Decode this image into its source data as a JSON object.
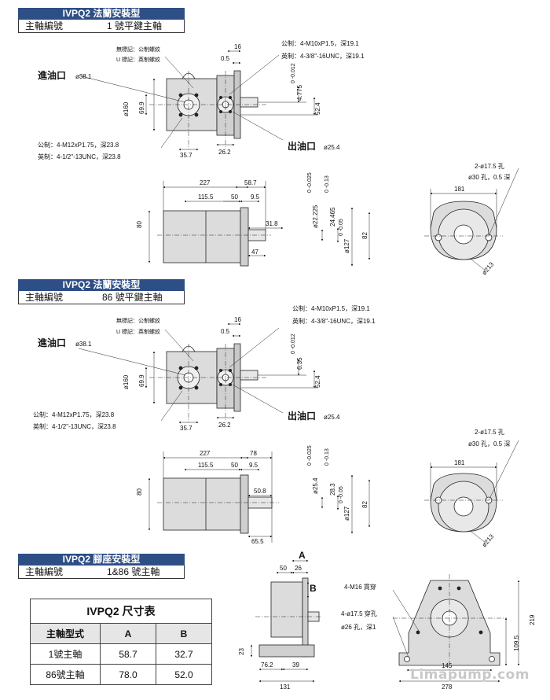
{
  "sections": [
    {
      "title": "IVPQ2 法蘭安裝型",
      "shaft_label": "主軸編號",
      "shaft_value": "1 號平鍵主軸"
    },
    {
      "title": "IVPQ2 法蘭安裝型",
      "shaft_label": "主軸編號",
      "shaft_value": "86 號平鍵主軸"
    },
    {
      "title": "IVPQ2 腳座安裝型",
      "shaft_label": "主軸編號",
      "shaft_value": "1&86 號主軸"
    }
  ],
  "fig1": {
    "legend_none": "無標記：公制螺紋",
    "legend_u": "U 標記：英制螺紋",
    "metric_top": "公制：4-M10xP1.5，深19.1",
    "imperial_top": "英制：4-3/8\"-16UNC，深19.1",
    "inlet": "進油口",
    "inlet_dia": "ø38.1",
    "outlet": "出油口",
    "outlet_dia": "ø25.4",
    "metric_bot": "公制：4-M12xP1.75，深23.8",
    "imperial_bot": "英制：4-1/2\"-13UNC，深23.8",
    "d16": "16",
    "d05": "0.5",
    "d160": "ø160",
    "d699": "69.9",
    "d357": "35.7",
    "d262": "26.2",
    "d524": "52.4",
    "key": "4.775",
    "key_tol": "0  -0.012",
    "d227": "227",
    "d587": "58.7",
    "d1155": "115.5",
    "d50": "50",
    "d95": "9.5",
    "d80": "80",
    "d318": "31.8",
    "d47": "47",
    "dsh": "ø22.225",
    "dsh_tol": "0  -0.025",
    "dk": "24.465",
    "dk_tol": "0  -0.13",
    "dp": "ø127",
    "dp_tol": "0  -0.05",
    "d82": "82",
    "holes": "2-ø17.5 孔",
    "cb": "ø30 孔，0.5 深",
    "d181": "181",
    "d213": "ø213"
  },
  "fig2": {
    "legend_none": "無標記：公制螺紋",
    "legend_u": "U 標記：英制螺紋",
    "metric_top": "公制：4-M10xP1.5，深19.1",
    "imperial_top": "英制：4-3/8\"-16UNC，深19.1",
    "inlet": "進油口",
    "inlet_dia": "ø38.1",
    "outlet": "出油口",
    "outlet_dia": "ø25.4",
    "metric_bot": "公制：4-M12xP1.75，深23.8",
    "imperial_bot": "英制：4-1/2\"-13UNC，深23.8",
    "d16": "16",
    "d05": "0.5",
    "d160": "ø160",
    "d699": "69.9",
    "d357": "35.7",
    "d262": "26.2",
    "d524": "52.4",
    "key": "6.35",
    "key_tol": "0  -0.012",
    "d227": "227",
    "d78": "78",
    "d1155": "115.5",
    "d50": "50",
    "d95": "9.5",
    "d80": "80",
    "d508": "50.8",
    "d655": "65.5",
    "dsh": "ø25.4",
    "dsh_tol": "0  -0.025",
    "dk": "28.3",
    "dk_tol": "0  -0.13",
    "dp": "ø127",
    "dp_tol": "0  -0.05",
    "d82": "82",
    "holes": "2-ø17.5 孔",
    "cb": "ø30 孔，0.5 深",
    "d181": "181",
    "d213": "ø213"
  },
  "fig3": {
    "A": "A",
    "B": "B",
    "d50": "50",
    "d26": "26",
    "d23": "23",
    "d762": "76.2",
    "d39": "39",
    "d131": "131",
    "m16": "4-M16 貫穿",
    "holes": "4-ø17.5 穿孔",
    "cb": "ø26 孔，深1",
    "d219": "219",
    "d1095": "109.5",
    "d145": "145",
    "d278": "278"
  },
  "table": {
    "title": "IVPQ2 尺寸表",
    "headers": [
      "主軸型式",
      "A",
      "B"
    ],
    "rows": [
      [
        "1號主軸",
        "58.7",
        "32.7"
      ],
      [
        "86號主軸",
        "78.0",
        "52.0"
      ]
    ]
  },
  "watermark": "Limapump.com"
}
